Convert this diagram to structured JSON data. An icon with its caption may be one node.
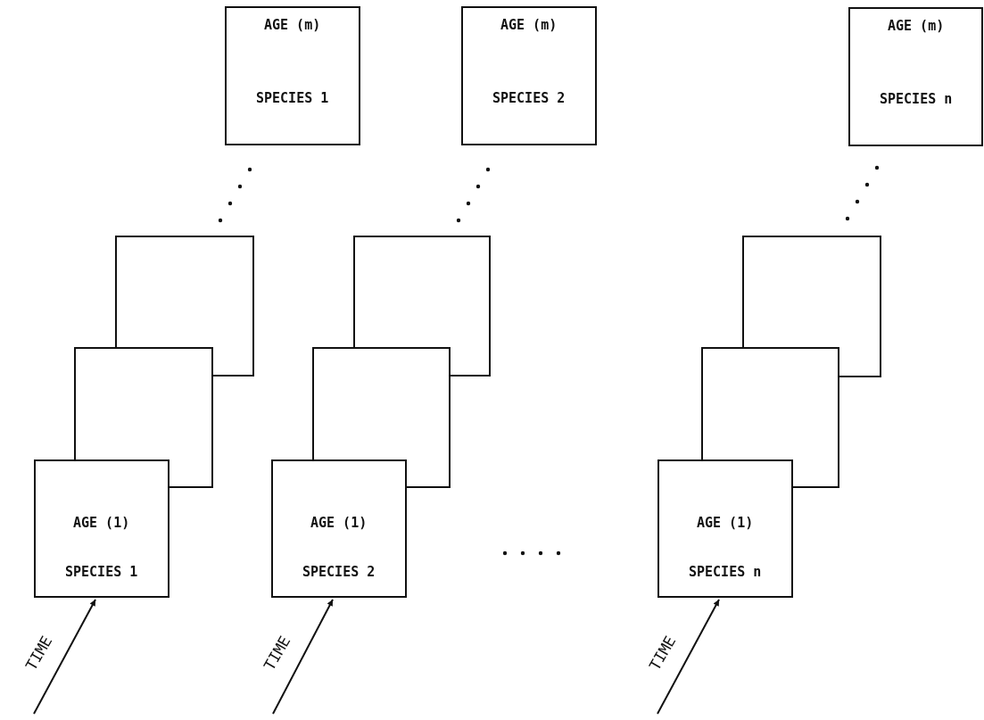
{
  "diagram": {
    "nodes": [
      {
        "text": [
          "AGE (m)",
          "SPECIES 1"
        ]
      },
      {
        "text": [
          "AGE (m)",
          "SPECIES 2"
        ]
      },
      {
        "text": [
          "AGE (m)",
          "SPECIES n"
        ]
      },
      {
        "text": [],
        "shape": "box"
      },
      {
        "text": [],
        "shape": "box"
      },
      {
        "text": [],
        "shape": "box"
      },
      {
        "text": [],
        "shape": "box"
      },
      {
        "text": [],
        "shape": "box"
      },
      {
        "text": [],
        "shape": "box"
      },
      {
        "text": [
          "AGE (1)",
          "SPECIES 1"
        ]
      },
      {
        "text": [
          "AGE (1)",
          "SPECIES 2"
        ]
      },
      {
        "text": [
          "AGE (1)",
          "SPECIES n"
        ]
      }
    ],
    "edges": [
      {
        "from": null,
        "to": 9,
        "arrow": "to",
        "label": "TIME"
      },
      {
        "from": null,
        "to": 10,
        "arrow": "to",
        "label": "TIME"
      },
      {
        "from": null,
        "to": 11,
        "arrow": "to",
        "label": "TIME"
      }
    ]
  }
}
